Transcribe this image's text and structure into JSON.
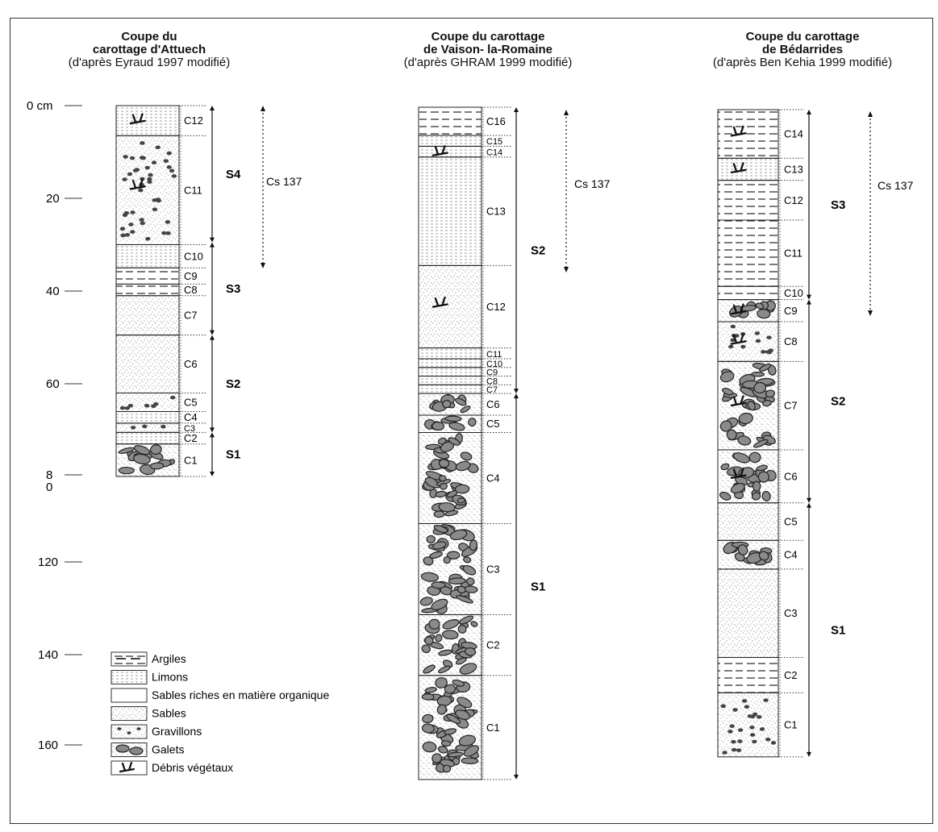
{
  "columns": [
    {
      "title1": "Coupe du",
      "title2": "carottage d'Attuech",
      "subtitle": "(d'après Eyraud 1997 modifié)",
      "cs_label": "Cs 137",
      "layers": [
        {
          "id": "C12",
          "from": 0,
          "to": 6.5,
          "fill": "limon",
          "veg": true
        },
        {
          "id": "C11",
          "from": 6.5,
          "to": 30,
          "fill": "gravillon",
          "veg": true
        },
        {
          "id": "C10",
          "from": 30,
          "to": 35,
          "fill": "limon"
        },
        {
          "id": "C9",
          "from": 35,
          "to": 38.5,
          "fill": "argile"
        },
        {
          "id": "C8",
          "from": 38.5,
          "to": 41,
          "fill": "argile"
        },
        {
          "id": "C7",
          "from": 41,
          "to": 49.5,
          "fill": "sable"
        },
        {
          "id": "C6",
          "from": 49.5,
          "to": 62,
          "fill": "sable"
        },
        {
          "id": "C5",
          "from": 62,
          "to": 66,
          "fill": "gravillon"
        },
        {
          "id": "C4",
          "from": 66,
          "to": 68.5,
          "fill": "limon"
        },
        {
          "id": "C3",
          "from": 68.5,
          "to": 70.5,
          "fill": "gravillon"
        },
        {
          "id": "C2",
          "from": 70.5,
          "to": 73,
          "fill": "limon"
        },
        {
          "id": "C1",
          "from": 73,
          "to": 80,
          "fill": "galet"
        }
      ],
      "sequences": [
        {
          "id": "S4",
          "from": 0,
          "to": 29.5
        },
        {
          "id": "S3",
          "from": 29.5,
          "to": 49.5
        },
        {
          "id": "S2",
          "from": 49.5,
          "to": 70.5
        },
        {
          "id": "S1",
          "from": 70.5,
          "to": 80
        }
      ]
    },
    {
      "title1": "Coupe du carottage",
      "title2": "de Vaison- la-Romaine",
      "subtitle": "(d'après GHRAM 1999 modifié)",
      "cs_label": "Cs 137",
      "layers": [
        {
          "id": "C16",
          "from": 0,
          "to": 6.5,
          "fill": "argile"
        },
        {
          "id": "C15",
          "from": 6.5,
          "to": 9,
          "fill": "limon"
        },
        {
          "id": "C14",
          "from": 9,
          "to": 11.5,
          "fill": "limon",
          "veg": true
        },
        {
          "id": "C13",
          "from": 11.5,
          "to": 36.5,
          "fill": "limon"
        },
        {
          "id": "C12",
          "from": 36.5,
          "to": 55.5,
          "fill": "sable",
          "veg": true
        },
        {
          "id": "C11",
          "from": 55.5,
          "to": 58,
          "fill": "limon"
        },
        {
          "id": "C10",
          "from": 58,
          "to": 60,
          "fill": "limon"
        },
        {
          "id": "C9",
          "from": 60,
          "to": 62,
          "fill": "limon"
        },
        {
          "id": "C8",
          "from": 62,
          "to": 64,
          "fill": "limon"
        },
        {
          "id": "C7",
          "from": 64,
          "to": 66,
          "fill": "limon"
        },
        {
          "id": "C6",
          "from": 66,
          "to": 71,
          "fill": "galet"
        },
        {
          "id": "C5",
          "from": 71,
          "to": 75,
          "fill": "galet"
        },
        {
          "id": "C4",
          "from": 75,
          "to": 96,
          "fill": "galet"
        },
        {
          "id": "C3",
          "from": 96,
          "to": 117,
          "fill": "galet"
        },
        {
          "id": "C2",
          "from": 117,
          "to": 131,
          "fill": "galet"
        },
        {
          "id": "C1",
          "from": 131,
          "to": 155,
          "fill": "galet"
        }
      ],
      "sequences": [
        {
          "id": "S2",
          "from": 0,
          "to": 66
        },
        {
          "id": "S1",
          "from": 66,
          "to": 155
        }
      ]
    },
    {
      "title1": "Coupe du carottage",
      "title2": "de Bédarrides",
      "subtitle": "(d'après Ben Kehia 1999 modifié)",
      "cs_label": "Cs 137",
      "layers": [
        {
          "id": "C14",
          "from": 0,
          "to": 11,
          "fill": "argile",
          "veg": true
        },
        {
          "id": "C13",
          "from": 11,
          "to": 16,
          "fill": "limon",
          "veg": true
        },
        {
          "id": "C12",
          "from": 16,
          "to": 25,
          "fill": "argile"
        },
        {
          "id": "C11",
          "from": 25,
          "to": 40,
          "fill": "argile"
        },
        {
          "id": "C10",
          "from": 40,
          "to": 43,
          "fill": "argile"
        },
        {
          "id": "C9",
          "from": 43,
          "to": 48,
          "fill": "galet",
          "veg": true
        },
        {
          "id": "C8",
          "from": 48,
          "to": 57,
          "fill": "gravillon",
          "veg": true
        },
        {
          "id": "C7",
          "from": 57,
          "to": 77,
          "fill": "galet",
          "veg": true
        },
        {
          "id": "C6",
          "from": 77,
          "to": 89,
          "fill": "galet",
          "veg": true
        },
        {
          "id": "C5",
          "from": 89,
          "to": 97.5,
          "fill": "sable"
        },
        {
          "id": "C4",
          "from": 97.5,
          "to": 104,
          "fill": "galet"
        },
        {
          "id": "C3",
          "from": 104,
          "to": 124,
          "fill": "sable"
        },
        {
          "id": "C2",
          "from": 124,
          "to": 132,
          "fill": "argile"
        },
        {
          "id": "C1",
          "from": 132,
          "to": 146.5,
          "fill": "gravillon"
        }
      ],
      "sequences": [
        {
          "id": "S3",
          "from": 0,
          "to": 43
        },
        {
          "id": "S2",
          "from": 43,
          "to": 89
        },
        {
          "id": "S1",
          "from": 89,
          "to": 146.5
        }
      ]
    }
  ],
  "depth_axis": {
    "ticks": [
      {
        "label": "0 cm",
        "depth": 0
      },
      {
        "label": "20",
        "depth": 20
      },
      {
        "label": "40",
        "depth": 40
      },
      {
        "label": "60",
        "depth": 60
      },
      {
        "label": "8",
        "depth": 80
      },
      {
        "label": "120",
        "depth": 120
      },
      {
        "label": "140",
        "depth": 140
      },
      {
        "label": "160",
        "depth": 160
      }
    ],
    "extra_label": "0"
  },
  "legend": [
    {
      "key": "argile",
      "label": "Argiles"
    },
    {
      "key": "limon",
      "label": "Limons"
    },
    {
      "key": "sable_org",
      "label": "Sables riches en matière organique"
    },
    {
      "key": "sable",
      "label": "Sables"
    },
    {
      "key": "gravillon",
      "label": "Gravillons"
    },
    {
      "key": "galet",
      "label": "Galets"
    },
    {
      "key": "veg",
      "label": "Débris végétaux"
    }
  ]
}
